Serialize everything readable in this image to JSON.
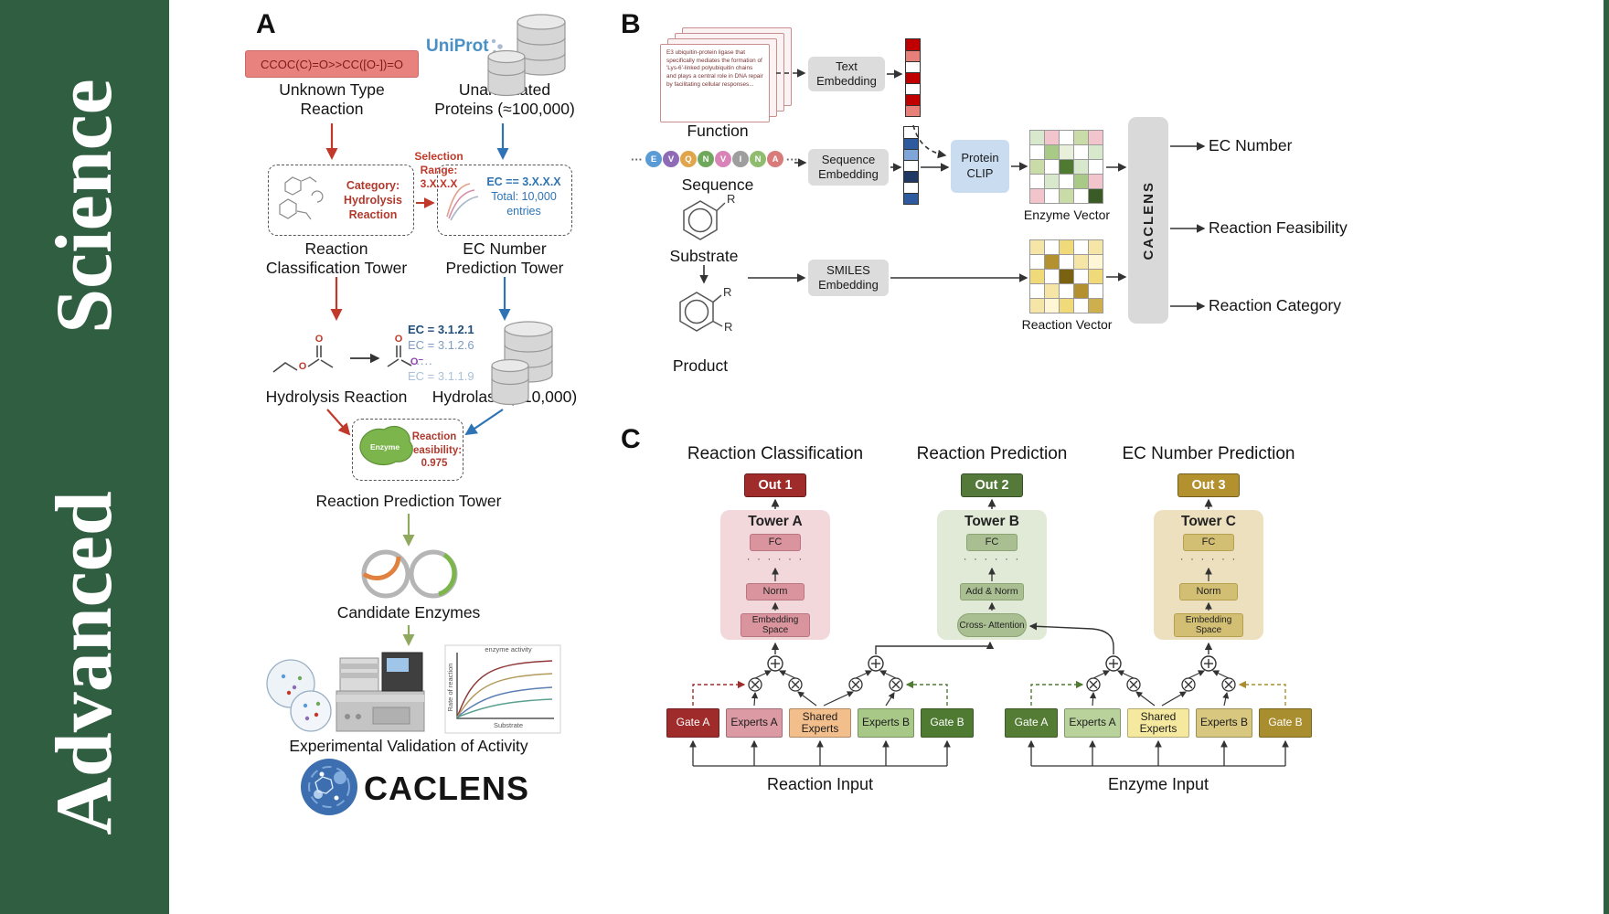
{
  "colors": {
    "sidebar_green": "#305E41",
    "red_accent": "#C0392B",
    "blue_accent": "#2E74B5",
    "green_accent": "#8FAA5E",
    "out1": "#A02B2B",
    "out2": "#55793B",
    "out3": "#B3912F"
  },
  "sidebar": {
    "line1": "Advanced",
    "line2": "Science"
  },
  "panelA": {
    "label": "A",
    "smiles": "CCOC(C)=O>>CC([O-])=O",
    "unknown_reaction": "Unknown Type Reaction",
    "uniprot": "UniProt",
    "unannotated": "Unannotated Proteins (≈100,000)",
    "category": "Category: Hydrolysis Reaction",
    "selection": "Selection Range: 3.X.X.X",
    "ec_filter_1": "EC == 3.X.X.X",
    "ec_filter_2": "Total: 10,000 entries",
    "rc_tower": "Reaction Classification Tower",
    "ec_tower": "EC Number Prediction Tower",
    "hydrolysis": "Hydrolysis Reaction",
    "ec_items": [
      "EC = 3.1.2.1",
      "EC = 3.1.2.6",
      "......",
      "EC = 3.1.1.9"
    ],
    "hydrolase": "Hydrolase (≈10,000)",
    "enzyme": "Enzyme",
    "feasibility": "Reaction Feasibility: 0.975",
    "rp_tower": "Reaction Prediction Tower",
    "candidates": "Candidate Enzymes",
    "validation": "Experimental Validation of Activity",
    "logo": "CACLENS",
    "o": "O",
    "ominus": "O⁻",
    "chart": {
      "title": "enzyme activity",
      "xlabel": "Substrate",
      "ylabel": "Rate of reaction"
    }
  },
  "panelB": {
    "label": "B",
    "card_text": "E3 ubiquitin-protein ligase that specifically mediates the formation of 'Lys-6'-linked polyubiquitin chains and plays a central role in DNA repair by facilitating cellular responses...",
    "function": "Function",
    "ellipsis": "···",
    "sequence": [
      {
        "letter": "E",
        "color": "#5B9BD5"
      },
      {
        "letter": "V",
        "color": "#8E6BB5"
      },
      {
        "letter": "Q",
        "color": "#E0A54B"
      },
      {
        "letter": "N",
        "color": "#6FA85C"
      },
      {
        "letter": "V",
        "color": "#D884B8"
      },
      {
        "letter": "I",
        "color": "#9E9E9E"
      },
      {
        "letter": "N",
        "color": "#8FBC6F"
      },
      {
        "letter": "A",
        "color": "#D97B7B"
      }
    ],
    "sequence_label": "Sequence",
    "substrate": "Substrate",
    "product": "Product",
    "r": "R",
    "text_embedding": "Text Embedding",
    "sequence_embedding": "Sequence Embedding",
    "smiles_embedding": "SMILES Embedding",
    "protein_clip": "Protein CLIP",
    "caclens": "CACLENS",
    "enzyme_vector": "Enzyme Vector",
    "reaction_vector": "Reaction Vector",
    "outputs": [
      "EC Number",
      "Reaction Feasibility",
      "Reaction Category"
    ],
    "text_vector": [
      "#C00000",
      "#E8807A",
      "#FFFFFF",
      "#C00000",
      "#FFFFFF",
      "#C00000",
      "#E8807A"
    ],
    "seq_vector": [
      "#FFFFFF",
      "#2E5B9F",
      "#7EA6D8",
      "#FFFFFF",
      "#1F3864",
      "#FFFFFF",
      "#2E5B9F"
    ],
    "enzyme_matrix": [
      [
        "#D8E8CC",
        "#F2C4CC",
        "#FFFFFF",
        "#C9DCA8",
        "#F2C4CC"
      ],
      [
        "#FFFFFF",
        "#A9C987",
        "#E8F0DC",
        "#FFFFFF",
        "#D8E8CC"
      ],
      [
        "#C9DCA8",
        "#FFFFFF",
        "#4F7A32",
        "#D8E8CC",
        "#FFFFFF"
      ],
      [
        "#FFFFFF",
        "#D8E8CC",
        "#FFFFFF",
        "#A9C987",
        "#F2C4CC"
      ],
      [
        "#F2C4CC",
        "#FFFFFF",
        "#C9DCA8",
        "#FFFFFF",
        "#3A5B25"
      ]
    ],
    "reaction_matrix": [
      [
        "#F5E6A8",
        "#FFFFFF",
        "#EFD978",
        "#FFFFFF",
        "#F5E6A8"
      ],
      [
        "#FFFFFF",
        "#B3912F",
        "#FFFFFF",
        "#F5E6A8",
        "#FFF6D5"
      ],
      [
        "#EFD978",
        "#FFFFFF",
        "#7A6210",
        "#FFFFFF",
        "#EFD978"
      ],
      [
        "#FFFFFF",
        "#F5E6A8",
        "#FFFFFF",
        "#B3912F",
        "#FFFFFF"
      ],
      [
        "#F5E6A8",
        "#FFF6D5",
        "#EFD978",
        "#FFFFFF",
        "#CDAF4E"
      ]
    ]
  },
  "panelC": {
    "label": "C",
    "columns": [
      {
        "title": "Reaction Classification",
        "out": "Out 1",
        "tower": "Tower A",
        "fc": "FC",
        "dots": "· · · · · ·",
        "mid": "Norm",
        "bottom": "Embedding Space"
      },
      {
        "title": "Reaction Prediction",
        "out": "Out 2",
        "tower": "Tower B",
        "fc": "FC",
        "dots": "· · · · · ·",
        "mid": "Add & Norm",
        "bottom": "Cross- Attention"
      },
      {
        "title": "EC Number Prediction",
        "out": "Out 3",
        "tower": "Tower C",
        "fc": "FC",
        "dots": "· · · · · ·",
        "mid": "Norm",
        "bottom": "Embedding Space"
      }
    ],
    "moe_left": [
      "Gate A",
      "Experts A",
      "Shared Experts",
      "Experts B",
      "Gate B"
    ],
    "moe_right": [
      "Gate A",
      "Experts A",
      "Shared Experts",
      "Experts B",
      "Gate B"
    ],
    "reaction_input": "Reaction Input",
    "enzyme_input": "Enzyme Input"
  }
}
